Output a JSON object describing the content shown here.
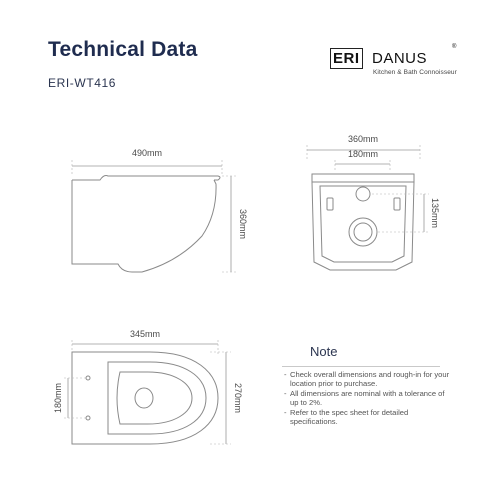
{
  "header": {
    "title": "Technical Data",
    "model": "ERI-WT416"
  },
  "logo": {
    "boxed": "ERI",
    "rest": "DANUS",
    "mark": "®",
    "tagline": "Kitchen & Bath Connoisseur"
  },
  "dimensions": {
    "side_width": "490mm",
    "side_height": "360mm",
    "rear_width": "360mm",
    "rear_inner": "180mm",
    "rear_depth": "135mm",
    "top_width": "345mm",
    "top_left_height": "180mm",
    "top_right_height": "270mm"
  },
  "note": {
    "title": "Note",
    "items": [
      "Check overall dimensions and rough-in for your location prior to purchase.",
      "All dimensions are nominal with a tolerance of up to 2%.",
      "Refer to the spec sheet for detailed specifications."
    ]
  }
}
